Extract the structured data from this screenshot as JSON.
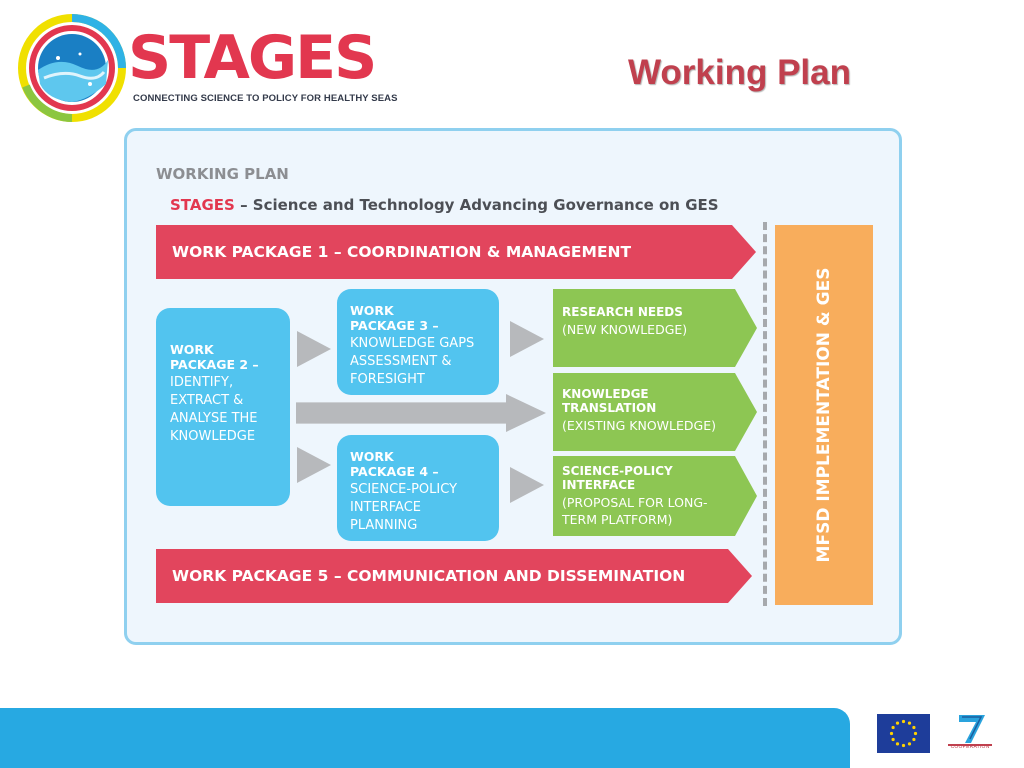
{
  "header": {
    "logo_word": "STAGES",
    "logo_tagline": "CONNECTING SCIENCE TO POLICY FOR HEALTHY SEAS",
    "slide_title": "Working Plan"
  },
  "diagram": {
    "heading": "WORKING PLAN",
    "subtitle_brand": "STAGES",
    "subtitle_rest": " – Science and Technology Advancing Governance on GES",
    "wp1": "WORK PACKAGE 1 – COORDINATION & MANAGEMENT",
    "wp2": {
      "title": "WORK PACKAGE 2 –",
      "body": "IDENTIFY, EXTRACT & ANALYSE THE KNOWLEDGE"
    },
    "wp3": {
      "title": "WORK PACKAGE 3 –",
      "body": "KNOWLEDGE GAPS ASSESSMENT & FORESIGHT"
    },
    "wp4": {
      "title": "WORK PACKAGE 4 –",
      "body": "SCIENCE-POLICY INTERFACE PLANNING"
    },
    "outputs": [
      {
        "title": "RESEARCH NEEDS",
        "body": "(NEW KNOWLEDGE)"
      },
      {
        "title": "KNOWLEDGE TRANSLATION",
        "body": "(EXISTING KNOWLEDGE)"
      },
      {
        "title": "SCIENCE-POLICY INTERFACE",
        "body": "(PROPOSAL FOR LONG-TERM PLATFORM)"
      }
    ],
    "wp5": "WORK PACKAGE 5 – COMMUNICATION AND DISSEMINATION",
    "goal": "MFSD IMPLEMENTATION & GES"
  },
  "footer": {
    "fp7_label": "COOPERATION"
  },
  "colors": {
    "brand_red": "#e2374f",
    "work_package_red": "#e2455d",
    "work_package_blue": "#52c4ef",
    "output_green": "#8dc653",
    "goal_orange": "#f8ad5c",
    "arrow_grey": "#b7b9bc",
    "footer_blue": "#27a9e2"
  },
  "icons": [
    "stages-logo-icon",
    "eu-flag-icon",
    "fp7-logo-icon"
  ]
}
